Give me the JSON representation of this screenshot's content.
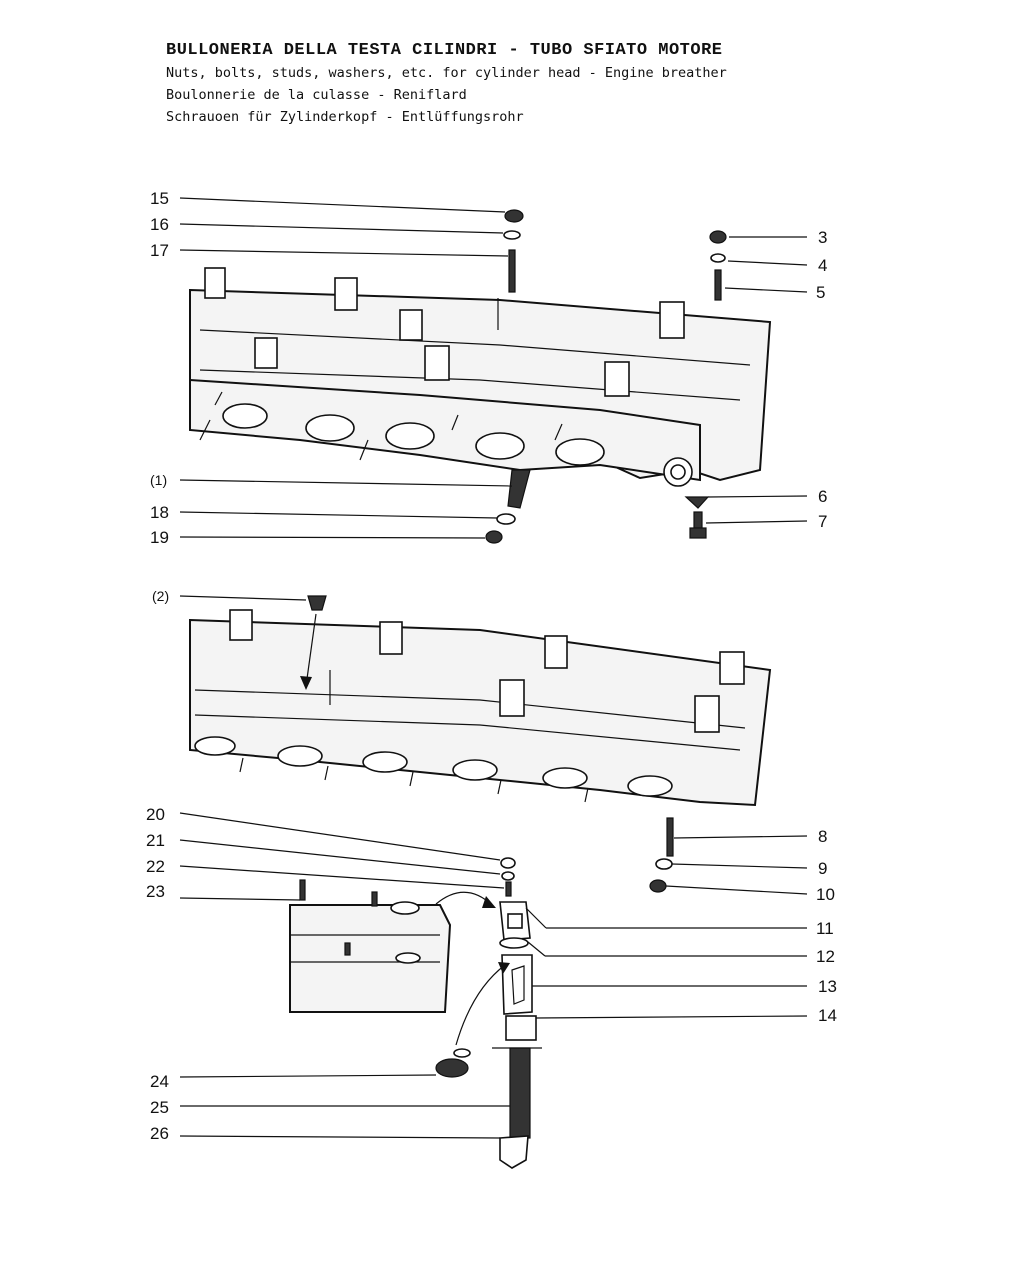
{
  "header": {
    "title_it": "BULLONERIA DELLA TESTA CILINDRI - TUBO SFIATO MOTORE",
    "title_en": "Nuts, bolts, studs, washers, etc. for cylinder head - Engine breather",
    "title_fr": "Boulonnerie de la culasse - Reniflard",
    "title_de": "Schrauoen für Zylinderkopf - Entlüffungsrohr"
  },
  "callouts": {
    "c15": "15",
    "c16": "16",
    "c17": "17",
    "c3": "3",
    "c4": "4",
    "c5": "5",
    "c1": "(1)",
    "c18": "18",
    "c19": "19",
    "c6": "6",
    "c7": "7",
    "c2": "(2)",
    "c20": "20",
    "c21": "21",
    "c22": "22",
    "c23": "23",
    "c8": "8",
    "c9": "9",
    "c10": "10",
    "c11": "11",
    "c12": "12",
    "c13": "13",
    "c14": "14",
    "c24": "24",
    "c25": "25",
    "c26": "26"
  }
}
